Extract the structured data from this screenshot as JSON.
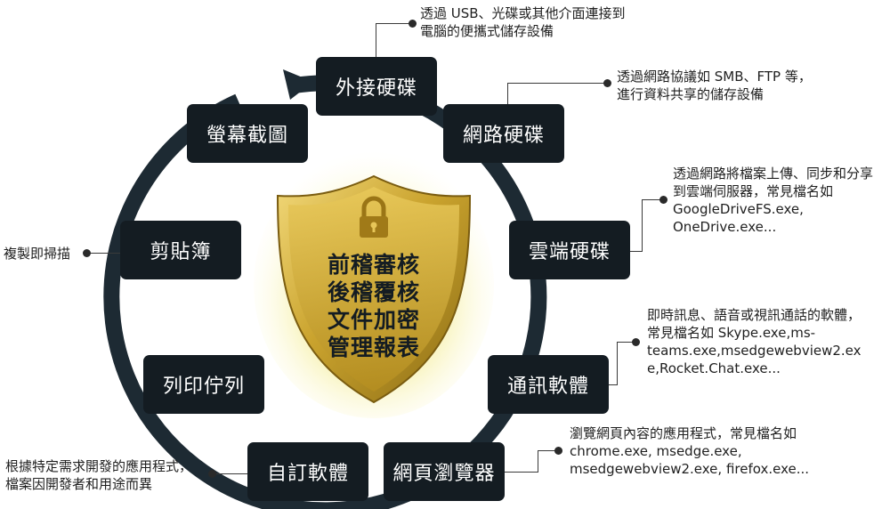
{
  "nodes": {
    "external_drive": "外接硬碟",
    "network_drive": "網路硬碟",
    "cloud_drive": "雲端硬碟",
    "messaging": "通訊軟體",
    "browser": "網頁瀏覽器",
    "custom_software": "自訂軟體",
    "print_queue": "列印佇列",
    "clipboard": "剪貼簿",
    "screenshot": "螢幕截圖"
  },
  "descriptions": {
    "external_drive": "透過 USB、光碟或其他介面連接到\n電腦的便攜式儲存設備",
    "network_drive": "透過網路協議如 SMB、FTP 等，\n進行資料共享的儲存設備",
    "cloud_drive": "透過網路將檔案上傳、同步和分享\n到雲端伺服器，常見檔名如\nGoogleDriveFS.exe,\nOneDrive.exe...",
    "messaging": "即時訊息、語音或視訊通話的軟體，\n常見檔名如 Skype.exe,ms-\nteams.exe,msedgewebview2.ex\ne,Rocket.Chat.exe...",
    "browser": "瀏覽網頁內容的應用程式，常見檔名如\nchrome.exe, msedge.exe,\nmsedgewebview2.exe, firefox.exe...",
    "custom_software": "根據特定需求開發的應用程式，\n檔案因開發者和用途而異",
    "clipboard": "複製即掃描"
  },
  "shield": {
    "text": "前稽審核\n後稽覆核\n文件加密\n管理報表",
    "icon": "padlock-icon"
  },
  "colors": {
    "node_bg": "#141c22",
    "ring": "#1d2a33",
    "shield_gold": "#c9a227",
    "shield_glow": "#f3ec9a"
  }
}
